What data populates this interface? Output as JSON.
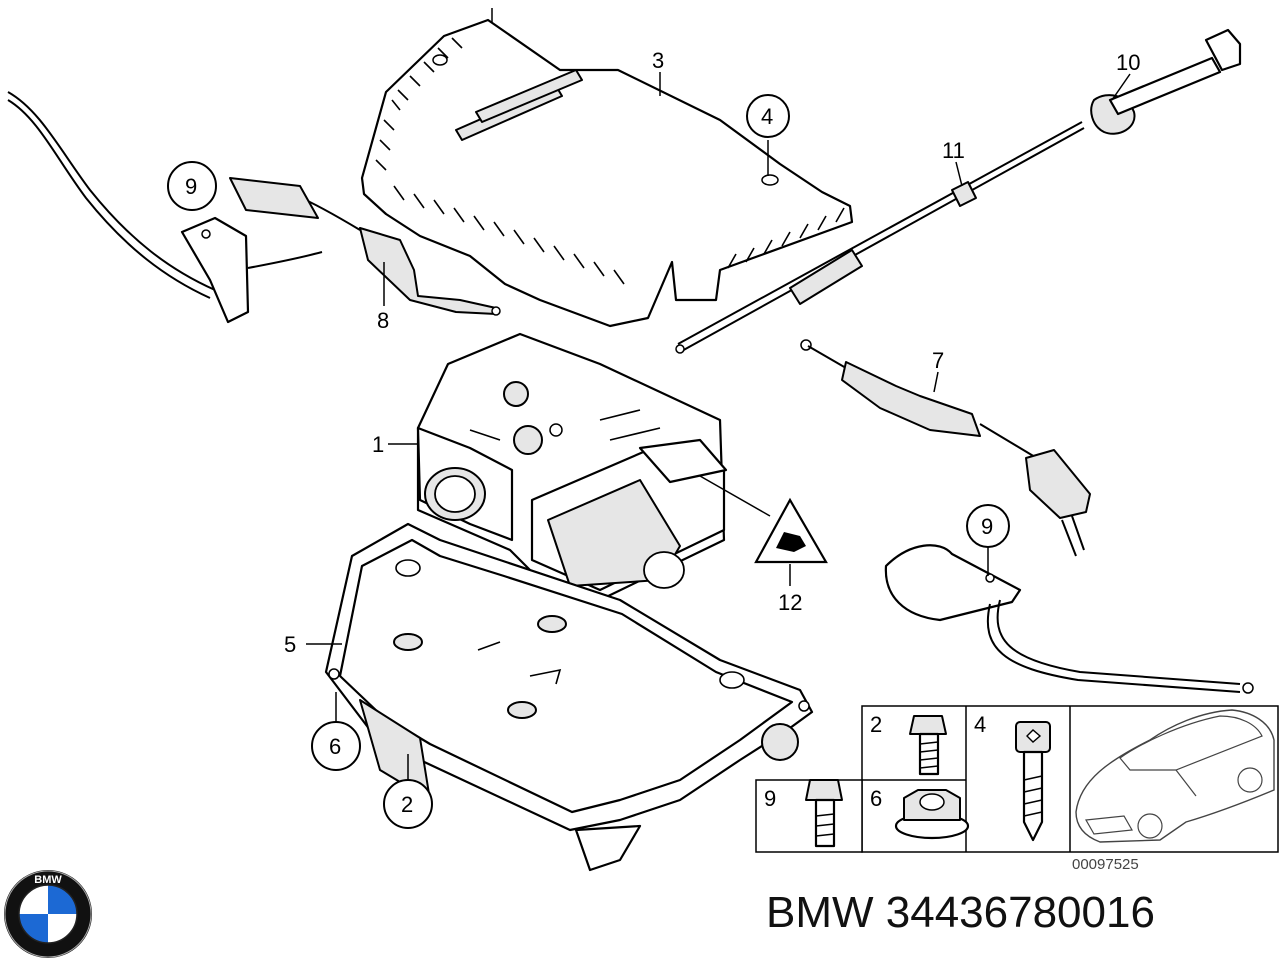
{
  "callouts": {
    "c1": "1",
    "c2": "2",
    "c3": "3",
    "c4": "4",
    "c5": "5",
    "c6": "6",
    "c7": "7",
    "c8": "8",
    "c9a": "9",
    "c9b": "9",
    "c10": "10",
    "c11": "11",
    "c12": "12"
  },
  "inset": {
    "c2": "2",
    "c4": "4",
    "c9": "9",
    "c6": "6"
  },
  "diagram_number": "00097525",
  "part_number": "BMW 34436780016",
  "logo": {
    "icon": "bmw-roundel-icon",
    "text": "BMW",
    "colors": {
      "blue": "#1c69d4",
      "ring": "#111111",
      "white": "#ffffff"
    }
  }
}
